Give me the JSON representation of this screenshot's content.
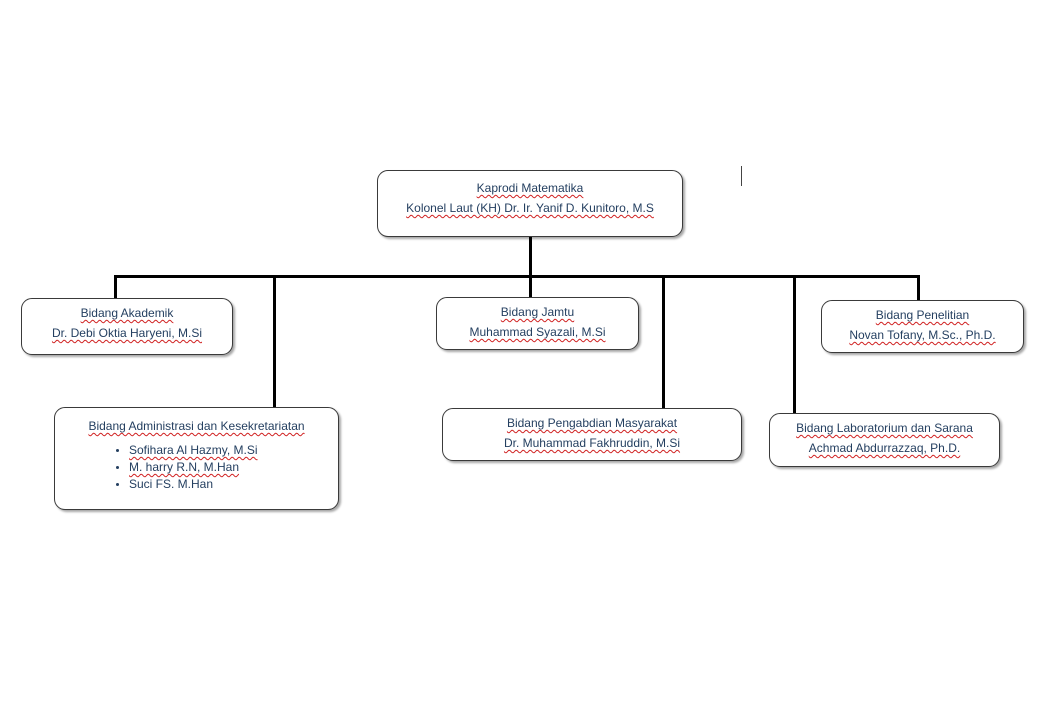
{
  "org_chart": {
    "head": {
      "title": "Kaprodi Matematika",
      "name": "Kolonel Laut (KH) Dr. Ir. Yanif D. Kunitoro, M.S"
    },
    "units": [
      {
        "title": "Bidang Akademik",
        "name": "Dr. Debi Oktia Haryeni, M.Si"
      },
      {
        "title": "Bidang Jamtu",
        "name": "Muhammad Syazali, M.Si"
      },
      {
        "title": "Bidang Penelitian",
        "name": "Novan Tofany, M.Sc., Ph.D."
      },
      {
        "title": "Bidang Administrasi dan Kesekretariatan",
        "members": [
          "Sofihara Al Hazmy, M.Si",
          "M. harry R.N, M.Han",
          "Suci FS. M.Han"
        ]
      },
      {
        "title": "Bidang Pengabdian Masyarakat",
        "name": "Dr. Muhammad Fakhruddin, M.Si"
      },
      {
        "title": "Bidang Laboratorium dan Sarana",
        "name": "Achmad Abdurrazzaq, Ph.D."
      }
    ]
  },
  "colors": {
    "text": "#243f60",
    "connector": "#000000",
    "box_border": "#3a3a3a",
    "spellcheck_underline": "#d02020"
  }
}
